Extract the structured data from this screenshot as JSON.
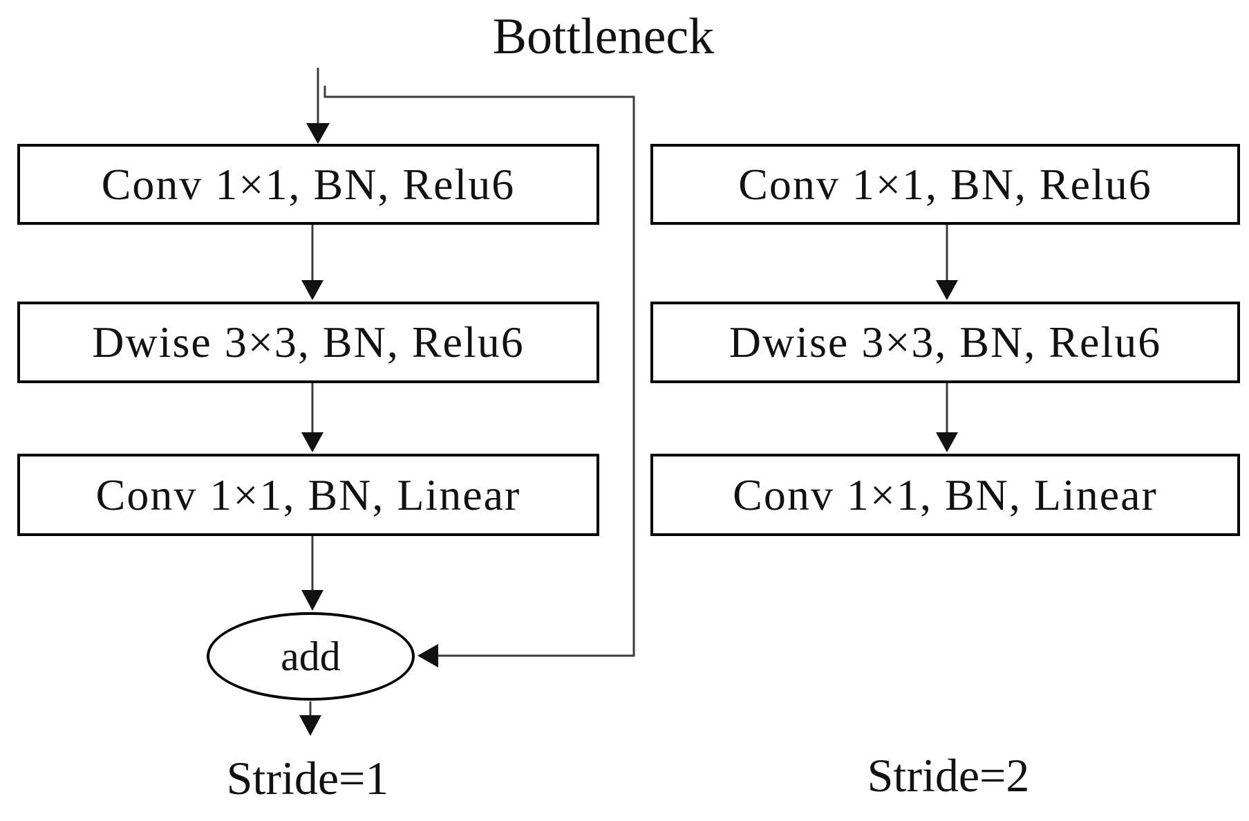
{
  "diagram": {
    "title": "Bottleneck",
    "left_branch": {
      "boxes": [
        "Conv 1×1, BN, Relu6",
        "Dwise 3×3, BN, Relu6",
        "Conv 1×1, BN, Linear"
      ],
      "merge_node_label": "add",
      "caption": "Stride=1"
    },
    "right_branch": {
      "boxes": [
        "Conv 1×1, BN, Relu6",
        "Dwise 3×3, BN, Relu6",
        "Conv 1×1, BN, Linear"
      ],
      "caption": "Stride=2"
    },
    "colors": {
      "background": "#ffffff",
      "box_border": "#000000",
      "text": "#111111",
      "connector": "#3d3d3d"
    }
  }
}
